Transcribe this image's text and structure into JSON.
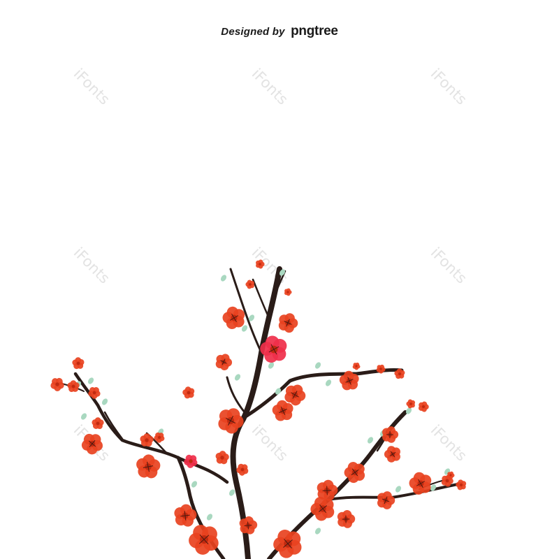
{
  "credit": {
    "prefix": "Designed by",
    "brand": "pngtree"
  },
  "watermark": {
    "text": "iFonts",
    "color": "#e3e3e3"
  },
  "artwork": {
    "subject": "plum-blossom-branch-icon",
    "branch_color": "#2a1c18",
    "blossom_color": "#e8421f",
    "blossom_accent_color": "#ef2f4a",
    "bud_color": "#a9d8c0"
  }
}
